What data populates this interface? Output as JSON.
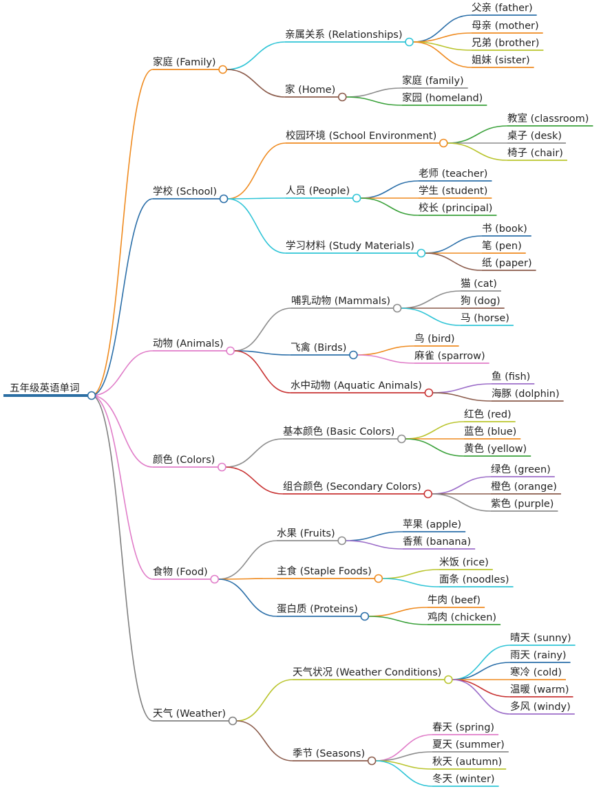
{
  "root": {
    "label": "五年级英语单词",
    "color": "#2b6ea3"
  },
  "branches": [
    {
      "label": "家庭 (Family)",
      "color": "#ef8a1e",
      "children": [
        {
          "label": "亲属关系 (Relationships)",
          "color": "#2ec4d6",
          "children": [
            {
              "label": "父亲 (father)",
              "color": "#2a6ea8"
            },
            {
              "label": "母亲 (mother)",
              "color": "#ef8a1e"
            },
            {
              "label": "兄弟 (brother)",
              "color": "#b9c42c"
            },
            {
              "label": "姐妹 (sister)",
              "color": "#ef8a1e"
            }
          ]
        },
        {
          "label": "家 (Home)",
          "color": "#8a5a4a",
          "children": [
            {
              "label": "家庭 (family)",
              "color": "#8c8c8c"
            },
            {
              "label": "家园 (homeland)",
              "color": "#3aa13a"
            }
          ]
        }
      ]
    },
    {
      "label": "学校 (School)",
      "color": "#2a6ea8",
      "children": [
        {
          "label": "校园环境 (School Environment)",
          "color": "#ef8a1e",
          "children": [
            {
              "label": "教室 (classroom)",
              "color": "#3aa13a"
            },
            {
              "label": "桌子 (desk)",
              "color": "#8c8c8c"
            },
            {
              "label": "椅子 (chair)",
              "color": "#b9c42c"
            }
          ]
        },
        {
          "label": "人员 (People)",
          "color": "#2ec4d6",
          "children": [
            {
              "label": "老师 (teacher)",
              "color": "#2a6ea8"
            },
            {
              "label": "学生 (student)",
              "color": "#ef8a1e"
            },
            {
              "label": "校长 (principal)",
              "color": "#3aa13a"
            }
          ]
        },
        {
          "label": "学习材料 (Study Materials)",
          "color": "#2ec4d6",
          "children": [
            {
              "label": "书 (book)",
              "color": "#2a6ea8"
            },
            {
              "label": "笔 (pen)",
              "color": "#ef8a1e"
            },
            {
              "label": "纸 (paper)",
              "color": "#8a5a4a"
            }
          ]
        }
      ]
    },
    {
      "label": "动物 (Animals)",
      "color": "#e07cc8",
      "children": [
        {
          "label": "哺乳动物 (Mammals)",
          "color": "#8c8c8c",
          "children": [
            {
              "label": "猫 (cat)",
              "color": "#8c8c8c"
            },
            {
              "label": "狗 (dog)",
              "color": "#8a5a4a"
            },
            {
              "label": "马 (horse)",
              "color": "#2ec4d6"
            }
          ]
        },
        {
          "label": "飞禽 (Birds)",
          "color": "#2a6ea8",
          "children": [
            {
              "label": "鸟 (bird)",
              "color": "#ef8a1e"
            },
            {
              "label": "麻雀 (sparrow)",
              "color": "#e07cc8"
            }
          ]
        },
        {
          "label": "水中动物 (Aquatic Animals)",
          "color": "#c83232",
          "children": [
            {
              "label": "鱼 (fish)",
              "color": "#9b6cc8"
            },
            {
              "label": "海豚 (dolphin)",
              "color": "#8a5a4a"
            }
          ]
        }
      ]
    },
    {
      "label": "颜色 (Colors)",
      "color": "#e07cc8",
      "children": [
        {
          "label": "基本颜色 (Basic Colors)",
          "color": "#8c8c8c",
          "children": [
            {
              "label": "红色 (red)",
              "color": "#b9c42c"
            },
            {
              "label": "蓝色 (blue)",
              "color": "#ef8a1e"
            },
            {
              "label": "黄色 (yellow)",
              "color": "#3aa13a"
            }
          ]
        },
        {
          "label": "组合颜色 (Secondary Colors)",
          "color": "#c83232",
          "children": [
            {
              "label": "绿色 (green)",
              "color": "#9b6cc8"
            },
            {
              "label": "橙色 (orange)",
              "color": "#8a5a4a"
            },
            {
              "label": "紫色 (purple)",
              "color": "#8c8c8c"
            }
          ]
        }
      ]
    },
    {
      "label": "食物 (Food)",
      "color": "#e07cc8",
      "children": [
        {
          "label": "水果 (Fruits)",
          "color": "#8c8c8c",
          "children": [
            {
              "label": "苹果 (apple)",
              "color": "#2a6ea8"
            },
            {
              "label": "香蕉 (banana)",
              "color": "#9b6cc8"
            }
          ]
        },
        {
          "label": "主食 (Staple Foods)",
          "color": "#ef8a1e",
          "children": [
            {
              "label": "米饭 (rice)",
              "color": "#b9c42c"
            },
            {
              "label": "面条 (noodles)",
              "color": "#2ec4d6"
            }
          ]
        },
        {
          "label": "蛋白质 (Proteins)",
          "color": "#2a6ea8",
          "children": [
            {
              "label": "牛肉 (beef)",
              "color": "#ef8a1e"
            },
            {
              "label": "鸡肉 (chicken)",
              "color": "#3aa13a"
            }
          ]
        }
      ]
    },
    {
      "label": "天气 (Weather)",
      "color": "#7f7f7f",
      "children": [
        {
          "label": "天气状况 (Weather Conditions)",
          "color": "#b9c42c",
          "children": [
            {
              "label": "晴天 (sunny)",
              "color": "#2ec4d6"
            },
            {
              "label": "雨天 (rainy)",
              "color": "#2a6ea8"
            },
            {
              "label": "寒冷 (cold)",
              "color": "#ef8a1e"
            },
            {
              "label": "温暖 (warm)",
              "color": "#c83232"
            },
            {
              "label": "多风 (windy)",
              "color": "#9b6cc8"
            }
          ]
        },
        {
          "label": "季节 (Seasons)",
          "color": "#8a5a4a",
          "children": [
            {
              "label": "春天 (spring)",
              "color": "#e07cc8"
            },
            {
              "label": "夏天 (summer)",
              "color": "#8c8c8c"
            },
            {
              "label": "秋天 (autumn)",
              "color": "#b9c42c"
            },
            {
              "label": "冬天 (winter)",
              "color": "#2ec4d6"
            }
          ]
        }
      ]
    }
  ]
}
